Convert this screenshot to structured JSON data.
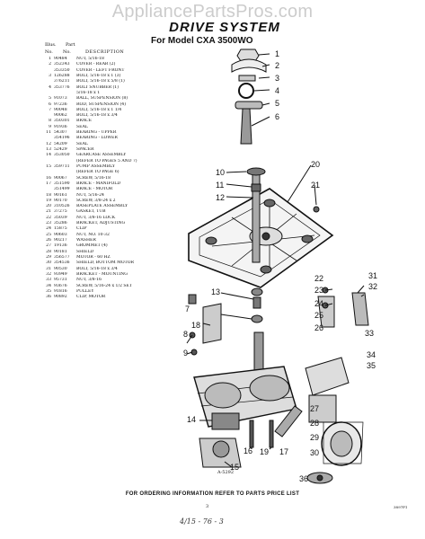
{
  "watermark": "AppliancePartsPros.com",
  "document": {
    "title": "DRIVE SYSTEM",
    "subtitle": "For Model CXA 3500WO",
    "header_illus": "Illus.",
    "header_part": "Part",
    "header_no": "No.",
    "header_partno": "No.",
    "header_desc": "DESCRIPTION",
    "art_number": "A-5292",
    "footer": "FOR ORDERING INFORMATION REFER TO PARTS PRICE LIST",
    "page_number": "3",
    "doc_ref": "3897P1",
    "handwritten_note": "4/15 - 76 - 3"
  },
  "parts": [
    {
      "no": "1",
      "part": "90484",
      "desc": "NUT, 5/16-18"
    },
    {
      "no": "2",
      "part": "352343",
      "desc": "COVER - REAR (2)"
    },
    {
      "no": "",
      "part": "353350",
      "desc": "COVER - LEFT FRONT"
    },
    {
      "no": "3",
      "part": "126288",
      "desc": "BOLT, 5/16-18 x 1 (3)"
    },
    {
      "no": "",
      "part": "376211",
      "desc": "BOLT, 5/16-18 x 5/8 (1)"
    },
    {
      "no": "4",
      "part": "353776",
      "desc": "BOLT SNUBBER (1)"
    },
    {
      "no": "",
      "part": "",
      "desc": "5/16-18 x 1"
    },
    {
      "no": "5",
      "part": "91073",
      "desc": "BALL, SUSPENSION (8)"
    },
    {
      "no": "6",
      "part": "97236",
      "desc": "ROD, SUSPENSION (4)"
    },
    {
      "no": "7",
      "part": "90048",
      "desc": "BOLT, 5/16-18 x 1 1/4"
    },
    {
      "no": "",
      "part": "90062",
      "desc": "BOLT, 5/16-18 x 3/4"
    },
    {
      "no": "8",
      "part": "350301",
      "desc": "BRACE"
    },
    {
      "no": "9",
      "part": "91936",
      "desc": "SEAL"
    },
    {
      "no": "11",
      "part": "54307",
      "desc": "BEARING - UPPER"
    },
    {
      "no": "",
      "part": "354196",
      "desc": "BEARING - LOWER"
    },
    {
      "no": "12",
      "part": "54209",
      "desc": "SEAL"
    },
    {
      "no": "13",
      "part": "52429",
      "desc": "SPACER"
    },
    {
      "no": "14",
      "part": "353050",
      "desc": "GEARCASE ASSEMBLY"
    },
    {
      "no": "",
      "part": "",
      "desc": "(REFER TO PAGES 5 AND 7)"
    },
    {
      "no": "15",
      "part": "359711",
      "desc": "PUMP ASSEMBLY"
    },
    {
      "no": "",
      "part": "",
      "desc": "(REFER TO PAGE 6)"
    },
    {
      "no": "16",
      "part": "90067",
      "desc": "SCREW, 5/16-18"
    },
    {
      "no": "17",
      "part": "351590",
      "desc": "BRACE - MANIFOLD"
    },
    {
      "no": "",
      "part": "351499",
      "desc": "BRACE - MOTOR"
    },
    {
      "no": "18",
      "part": "90161",
      "desc": "NUT, 5/16-24"
    },
    {
      "no": "19",
      "part": "90170",
      "desc": "SCREW, 3/8-24 x 2"
    },
    {
      "no": "20",
      "part": "310526",
      "desc": "BASEPLATE ASSEMBLY"
    },
    {
      "no": "21",
      "part": "37275",
      "desc": "GASKET, TUB"
    },
    {
      "no": "22",
      "part": "35039",
      "desc": "NUT, 3/8-16 LOCK"
    },
    {
      "no": "23",
      "part": "35286",
      "desc": "BRACKET, ADJUSTING"
    },
    {
      "no": "24",
      "part": "15875",
      "desc": "CLIP"
    },
    {
      "no": "25",
      "part": "90603",
      "desc": "NUT, NO. 10-32"
    },
    {
      "no": "26",
      "part": "90217",
      "desc": "WASHER"
    },
    {
      "no": "27",
      "part": "19136",
      "desc": "GROMMET (4)"
    },
    {
      "no": "28",
      "part": "90181",
      "desc": "SHIELD"
    },
    {
      "no": "29",
      "part": "356577",
      "desc": "MOTOR - 60 HZ"
    },
    {
      "no": "30",
      "part": "354536",
      "desc": "SHIELD, BOTTOM MOTOR"
    },
    {
      "no": "31",
      "part": "90530",
      "desc": "BOLT, 5/16-18 x 3/4"
    },
    {
      "no": "32",
      "part": "93949",
      "desc": "BRACKET - MOUNTING"
    },
    {
      "no": "33",
      "part": "95731",
      "desc": "NUT, 3/8-16"
    },
    {
      "no": "34",
      "part": "93676",
      "desc": "SCREW, 5/16-24 x 1/2 SET"
    },
    {
      "no": "35",
      "part": "91816",
      "desc": "PULLEY"
    },
    {
      "no": "36",
      "part": "90892",
      "desc": "CLIP, MOTOR"
    }
  ],
  "callouts": [
    "1",
    "2",
    "3",
    "4",
    "5",
    "6",
    "7",
    "8",
    "9",
    "10",
    "11",
    "12",
    "13",
    "14",
    "15",
    "16",
    "17",
    "18",
    "19",
    "20",
    "21",
    "22",
    "23",
    "24",
    "25",
    "26",
    "27",
    "28",
    "29",
    "30",
    "31",
    "32",
    "33",
    "34",
    "35",
    "36"
  ],
  "colors": {
    "ink": "#111111",
    "watermark": "#b9b9b9"
  }
}
